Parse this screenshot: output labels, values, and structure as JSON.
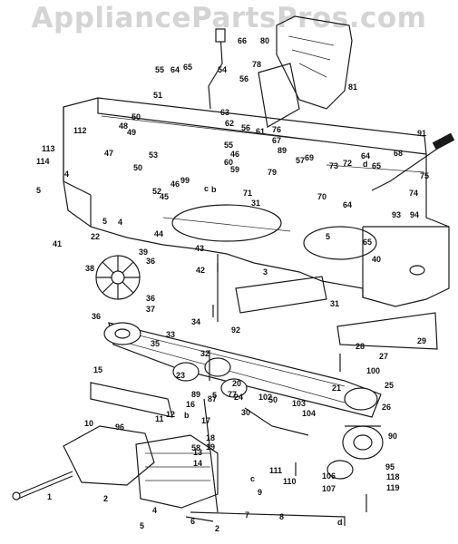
{
  "watermark": "AppliancePartsPros.com",
  "callouts": [
    "1",
    "2",
    "2",
    "3",
    "4",
    "4",
    "4",
    "5",
    "5",
    "5",
    "5",
    "5",
    "6",
    "7",
    "8",
    "9",
    "10",
    "11",
    "12",
    "13",
    "14",
    "15",
    "16",
    "17",
    "18",
    "19",
    "20",
    "21",
    "22",
    "23",
    "24",
    "25",
    "26",
    "27",
    "28",
    "29",
    "30",
    "31",
    "31",
    "32",
    "33",
    "34",
    "35",
    "36",
    "36",
    "36",
    "37",
    "38",
    "39",
    "40",
    "41",
    "42",
    "43",
    "44",
    "45",
    "46",
    "46",
    "47",
    "48",
    "49",
    "50",
    "50",
    "50",
    "51",
    "52",
    "53",
    "54",
    "55",
    "55",
    "56",
    "56",
    "57",
    "58",
    "59",
    "60",
    "61",
    "62",
    "63",
    "64",
    "64",
    "64",
    "65",
    "65",
    "65",
    "66",
    "67",
    "68",
    "69",
    "70",
    "71",
    "72",
    "73",
    "74",
    "75",
    "76",
    "77",
    "78",
    "79",
    "80",
    "81",
    "87",
    "89",
    "89",
    "90",
    "91",
    "92",
    "93",
    "94",
    "95",
    "96",
    "99",
    "100",
    "102",
    "103",
    "104",
    "106",
    "107",
    "110",
    "111",
    "112",
    "113",
    "114",
    "118",
    "119",
    "b",
    "b",
    "c",
    "c",
    "d",
    "d"
  ],
  "legend": {}
}
